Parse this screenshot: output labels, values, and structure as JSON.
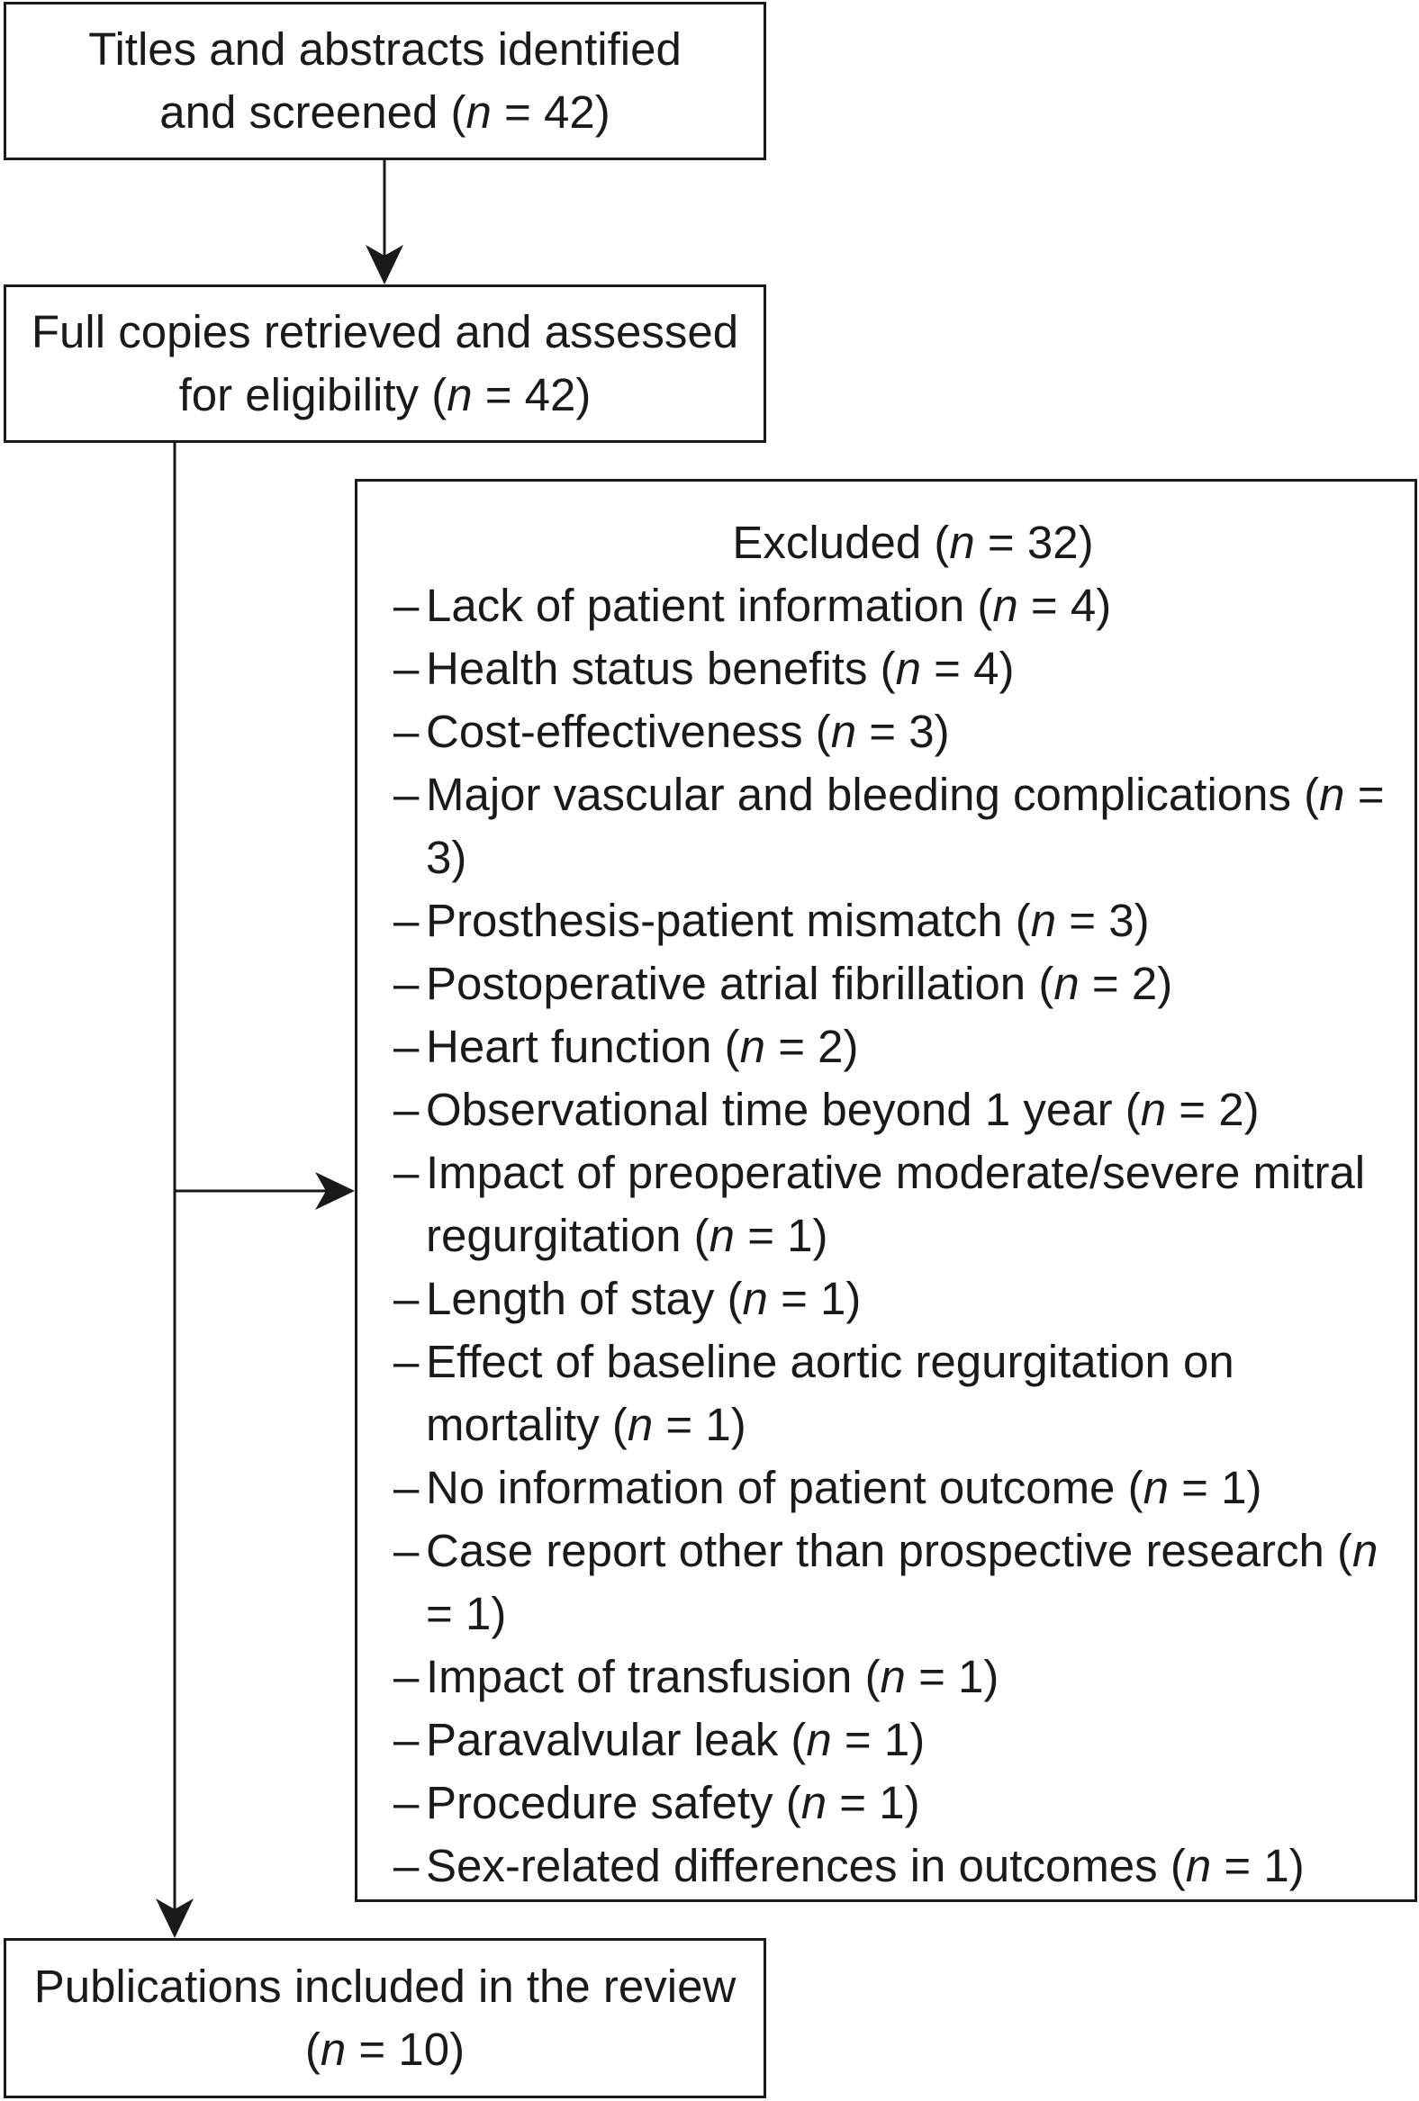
{
  "flow": {
    "screened": {
      "line1": "Titles and abstracts identified",
      "line2_text": "and screened (",
      "n_symbol": "n",
      "line2_value": " = 42)"
    },
    "retrieved": {
      "line1": "Full copies retrieved and assessed",
      "line2_text": "for eligibility (",
      "n_symbol": "n",
      "line2_value": " = 42)"
    },
    "excluded": {
      "heading_text": "Excluded (",
      "n_symbol": "n",
      "heading_value": " = 32)",
      "dash": "–",
      "items": [
        {
          "label": "Lack of patient information (",
          "count": " = 4)"
        },
        {
          "label": "Health status benefits (",
          "count": " = 4)"
        },
        {
          "label": "Cost-effectiveness (",
          "count": " = 3)"
        },
        {
          "label": "Major vascular and bleeding complications (",
          "count": " = 3)"
        },
        {
          "label": "Prosthesis-patient mismatch (",
          "count": " = 3)"
        },
        {
          "label": "Postoperative atrial fibrillation (",
          "count": " = 2)"
        },
        {
          "label": "Heart function (",
          "count": " = 2)"
        },
        {
          "label": "Observational time beyond 1 year (",
          "count": " = 2)"
        },
        {
          "label": "Impact of preoperative moderate/severe mitral regurgitation (",
          "count": " = 1)"
        },
        {
          "label": "Length of stay (",
          "count": " = 1)"
        },
        {
          "label": "Effect of baseline aortic regurgitation on mortality (",
          "count": " = 1)"
        },
        {
          "label": "No information of patient outcome (",
          "count": " = 1)"
        },
        {
          "label": "Case report other than prospective research (",
          "count": " = 1)"
        },
        {
          "label": "Impact of transfusion (",
          "count": " = 1)"
        },
        {
          "label": "Paravalvular leak (",
          "count": " = 1)"
        },
        {
          "label": "Procedure safety (",
          "count": " = 1)"
        },
        {
          "label": "Sex-related differences in outcomes (",
          "count": " = 1)"
        }
      ]
    },
    "included": {
      "line1": "Publications included in the review",
      "line2_open": "(",
      "n_symbol": "n",
      "line2_value": " = 10)"
    }
  },
  "colors": {
    "stroke": "#1a1a1a",
    "background": "#ffffff"
  }
}
